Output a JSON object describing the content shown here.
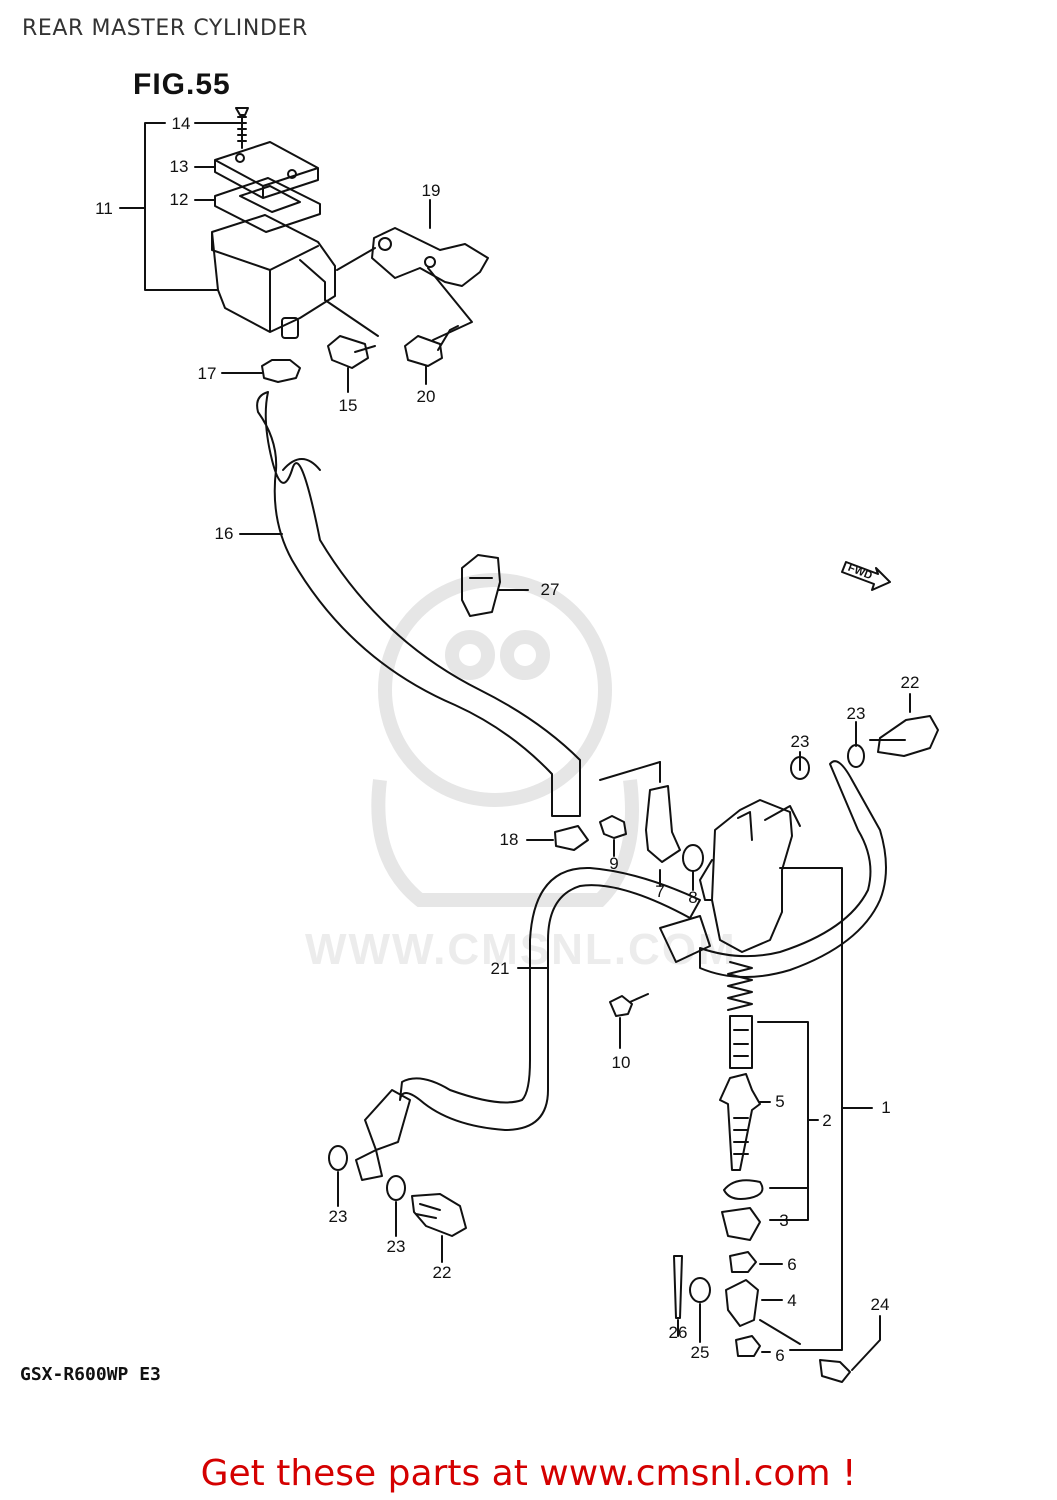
{
  "page": {
    "title": "REAR MASTER CYLINDER",
    "figure": "FIG.55",
    "model": "GSX-R600WP E3",
    "call_to_action": "Get these parts at www.cmsnl.com !",
    "watermark": "WWW.CMSNL.COM",
    "fwd_marker": "FWD"
  },
  "part_labels": [
    {
      "id": "p14",
      "text": "14"
    },
    {
      "id": "p13",
      "text": "13"
    },
    {
      "id": "p12",
      "text": "12"
    },
    {
      "id": "p11",
      "text": "11"
    },
    {
      "id": "p19",
      "text": "19"
    },
    {
      "id": "p17",
      "text": "17"
    },
    {
      "id": "p15",
      "text": "15"
    },
    {
      "id": "p20",
      "text": "20"
    },
    {
      "id": "p16",
      "text": "16"
    },
    {
      "id": "p27",
      "text": "27"
    },
    {
      "id": "p22a",
      "text": "22"
    },
    {
      "id": "p23a",
      "text": "23"
    },
    {
      "id": "p23b",
      "text": "23"
    },
    {
      "id": "p18",
      "text": "18"
    },
    {
      "id": "p9",
      "text": "9"
    },
    {
      "id": "p7",
      "text": "7"
    },
    {
      "id": "p8",
      "text": "8"
    },
    {
      "id": "p21",
      "text": "21"
    },
    {
      "id": "p10",
      "text": "10"
    },
    {
      "id": "p5",
      "text": "5"
    },
    {
      "id": "p2",
      "text": "2"
    },
    {
      "id": "p1",
      "text": "1"
    },
    {
      "id": "p3",
      "text": "3"
    },
    {
      "id": "p6a",
      "text": "6"
    },
    {
      "id": "p4",
      "text": "4"
    },
    {
      "id": "p6b",
      "text": "6"
    },
    {
      "id": "p24",
      "text": "24"
    },
    {
      "id": "p26",
      "text": "26"
    },
    {
      "id": "p25",
      "text": "25"
    },
    {
      "id": "p23c",
      "text": "23"
    },
    {
      "id": "p23d",
      "text": "23"
    },
    {
      "id": "p22b",
      "text": "22"
    }
  ],
  "colors": {
    "line": "#111111",
    "cta": "#d40000",
    "watermark": "#e6e6e6"
  }
}
